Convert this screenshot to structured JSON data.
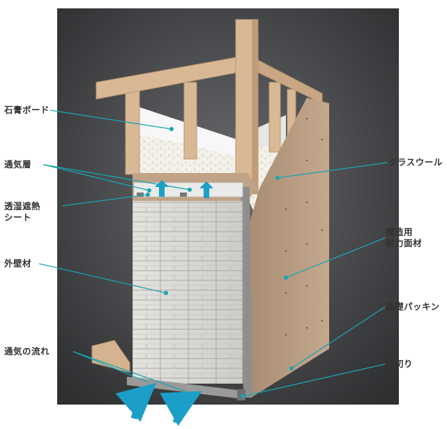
{
  "colors": {
    "leader": "#1aa5b3",
    "arrow": "#1b9fc9",
    "timber": "#d9b896",
    "panel": "#b89a7e",
    "background": "#4d4e51"
  },
  "labels_left": {
    "gypsum_board": "石膏ボード",
    "air_layer": "通気層",
    "moisture_sheet_1": "透湿遮熱",
    "moisture_sheet_2": "シート",
    "exterior_wall": "外壁材",
    "airflow": "通気の流れ"
  },
  "labels_right": {
    "glass_wool": "グラスウール",
    "structural_panel_1": "構造用",
    "structural_panel_2": "耐力面材",
    "foundation_packing": "基礎パッキン",
    "drip_edge": "水切り"
  }
}
